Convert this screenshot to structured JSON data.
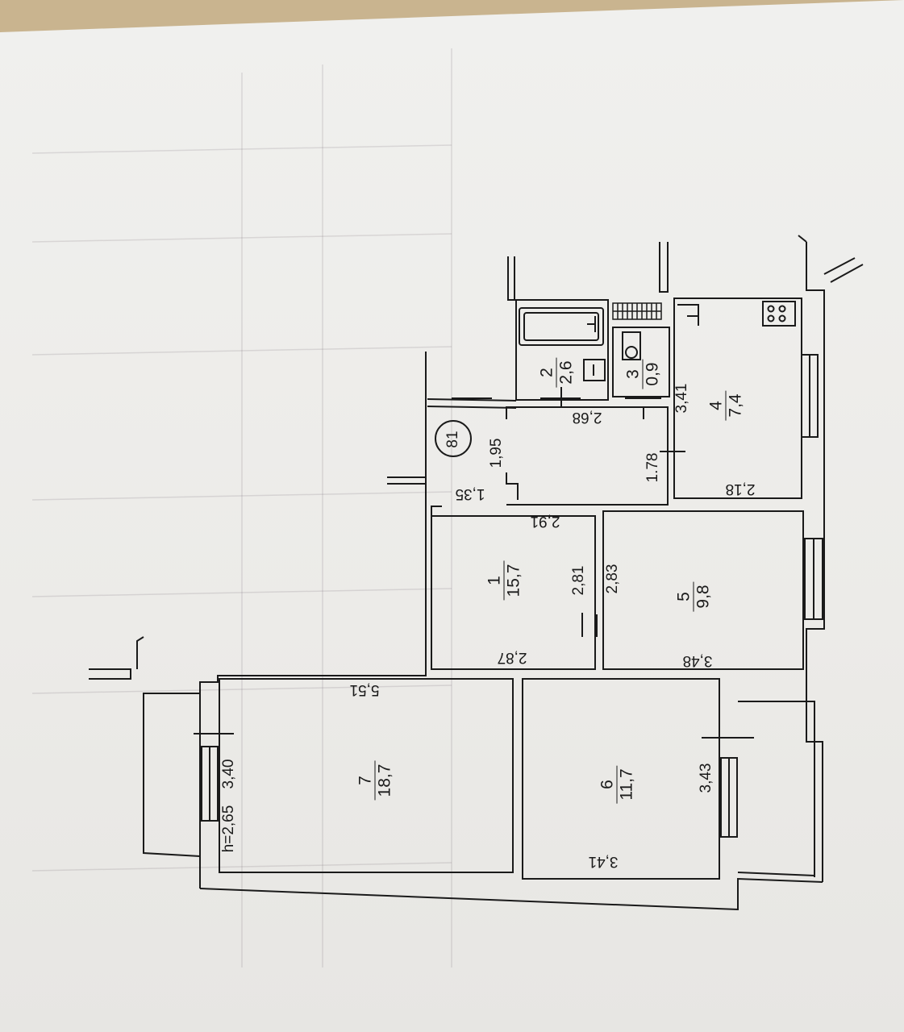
{
  "plan": {
    "apartment_number": "81",
    "ceiling_height": "h=2,65",
    "rooms": [
      {
        "id": "1",
        "area": "15,7"
      },
      {
        "id": "2",
        "area": "2,6"
      },
      {
        "id": "3",
        "area": "0,9"
      },
      {
        "id": "4",
        "area": "7,4"
      },
      {
        "id": "5",
        "area": "9,8"
      },
      {
        "id": "6",
        "area": "11,7"
      },
      {
        "id": "7",
        "area": "18,7"
      }
    ],
    "dimensions": {
      "d_5_51": "5,51",
      "d_3_40": "3,40",
      "d_3_41_room7": "3,41",
      "d_3_43": "3,43",
      "d_3_48": "3,48",
      "d_2_87": "2,87",
      "d_2_81": "2,81",
      "d_2_83": "2,83",
      "d_2_91": "2,91",
      "d_1_35": "1,35",
      "d_1_95": "1,95",
      "d_2_68": "2,68",
      "d_1_78": "1.78",
      "d_3_41_room4": "3,41",
      "d_2_18": "2,18"
    }
  },
  "colors": {
    "ink": "#1a1a1a",
    "paper": "#ecebe8",
    "table_background": "#c9b48f"
  }
}
